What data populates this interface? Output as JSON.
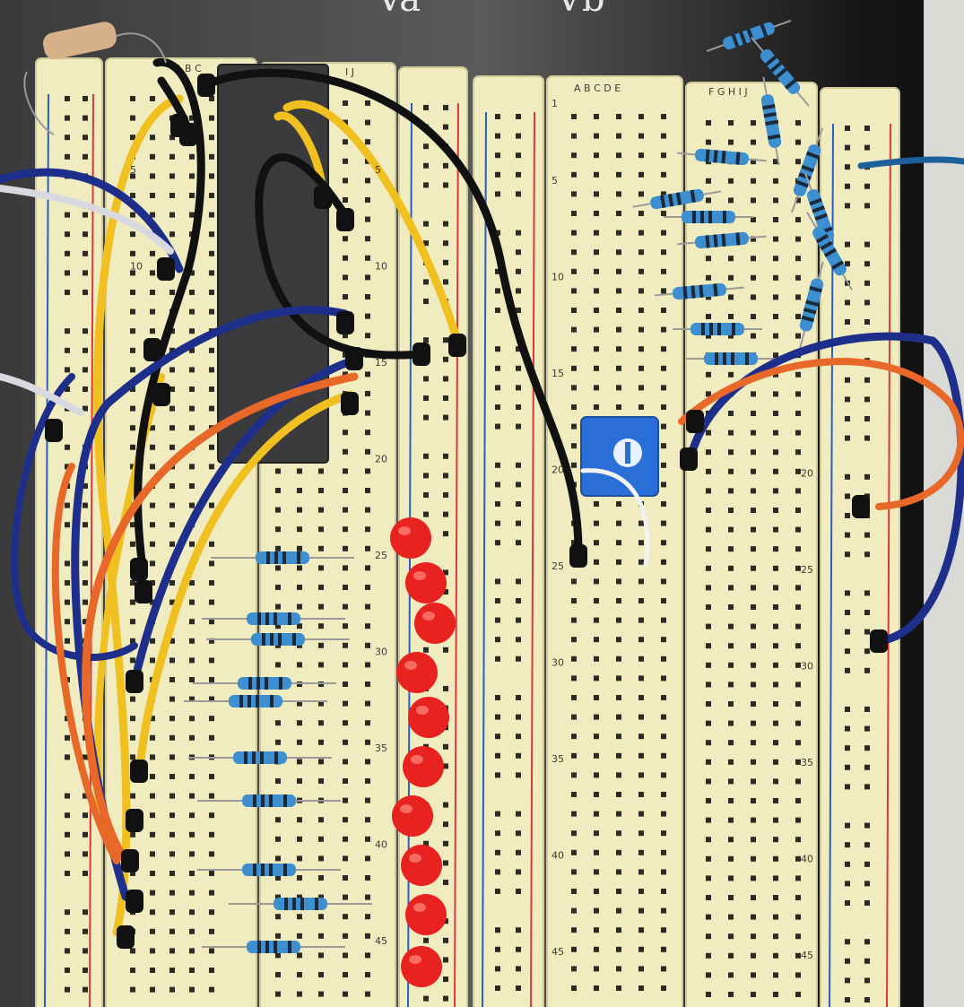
{
  "panel_labels": {
    "va": "Va",
    "vb": "Vb"
  },
  "columns": {
    "left_ae": "A B C",
    "left_fj": "I J",
    "right_ae": "A B C D E",
    "right_fj": "F G H I J"
  },
  "rows": {
    "right_board_left": [
      "1",
      "5",
      "10",
      "15",
      "20",
      "25",
      "30",
      "35",
      "40",
      "45"
    ],
    "right_board_right": [
      "20",
      "25",
      "30",
      "35",
      "40",
      "45"
    ],
    "left_board_mid": [
      "5",
      "10",
      "15",
      "20",
      "25",
      "30",
      "35",
      "40",
      "45"
    ],
    "left_board_left": [
      "5",
      "10"
    ]
  },
  "colors": {
    "board": "#f1ecc0",
    "rail_red": "#d83a3a",
    "rail_blue": "#2a5fc0",
    "chip": "#3b3b3d",
    "led": "#e8231f",
    "resistor": "#3d8fd0",
    "pot": "#2a6fd8"
  }
}
